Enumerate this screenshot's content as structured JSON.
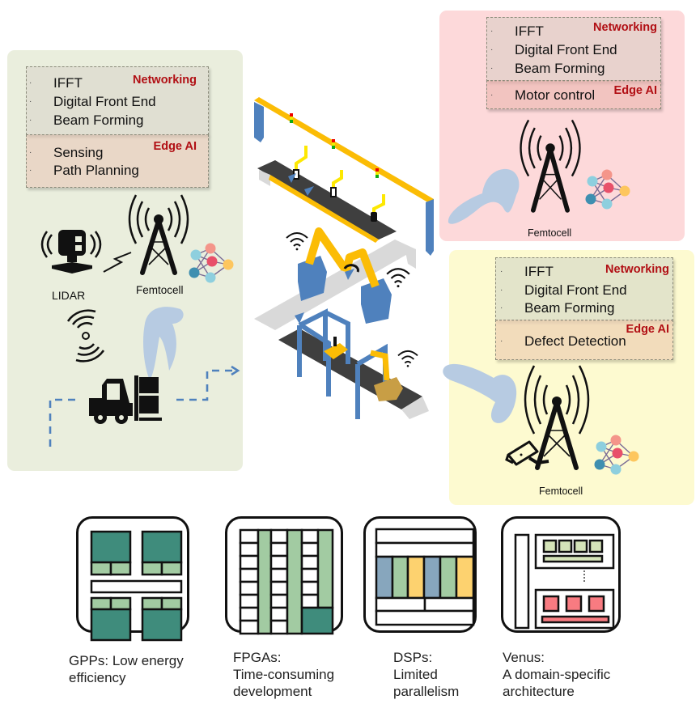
{
  "scenarios": [
    {
      "id": "logistics",
      "color": "#eaeedd",
      "networking": {
        "tag": "Networking",
        "items": [
          "IFFT",
          "Digital Front End",
          "Beam Forming"
        ]
      },
      "edge_ai": {
        "tag": "Edge AI",
        "items": [
          "Sensing",
          "Path Planning"
        ]
      },
      "femtocell_label": "Femtocell",
      "device_label": "LIDAR"
    },
    {
      "id": "robot-arm",
      "color": "#fdd9da",
      "networking": {
        "tag": "Networking",
        "items": [
          "IFFT",
          "Digital Front End",
          "Beam Forming"
        ]
      },
      "edge_ai": {
        "tag": "Edge AI",
        "items": [
          "Motor control"
        ]
      },
      "femtocell_label": "Femtocell"
    },
    {
      "id": "inspection",
      "color": "#fdfad0",
      "networking": {
        "tag": "Networking",
        "items": [
          "IFFT",
          "Digital Front End",
          "Beam Forming"
        ]
      },
      "edge_ai": {
        "tag": "Edge AI",
        "items": [
          "Defect Detection"
        ]
      },
      "femtocell_label": "Femtocell"
    }
  ],
  "icons": {
    "tower": "cell-tower-icon",
    "network": "neural-network-icon",
    "lidar": "lidar-icon",
    "forklift": "forklift-icon",
    "camera": "security-camera-icon",
    "wifi": "wifi-icon"
  },
  "architectures": [
    {
      "name": "GPPs",
      "caption_line1": "GPPs: Low energy",
      "caption_line2": "efficiency",
      "caption_line3": ""
    },
    {
      "name": "FPGAs",
      "caption_line1": "FPGAs:",
      "caption_line2": "Time-consuming",
      "caption_line3": "development"
    },
    {
      "name": "DSPs",
      "caption_line1": "DSPs:",
      "caption_line2": "Limited",
      "caption_line3": "parallelism"
    },
    {
      "name": "Venus",
      "caption_line1": "Venus:",
      "caption_line2": "A domain-specific",
      "caption_line3": "architecture"
    }
  ],
  "colors": {
    "networking_tag": "#b10f14",
    "beam": "#b7cbe2",
    "conveyor_rail": "#fbbc05",
    "machine_blue": "#4f81bd",
    "gpp_dark": "#3f8c7c",
    "gpp_light": "#a2cba2",
    "dsp_blue": "#87a6bd",
    "dsp_yellow": "#fdd26f",
    "venus_green": "#d5e4b9",
    "venus_red": "#f87b81"
  }
}
